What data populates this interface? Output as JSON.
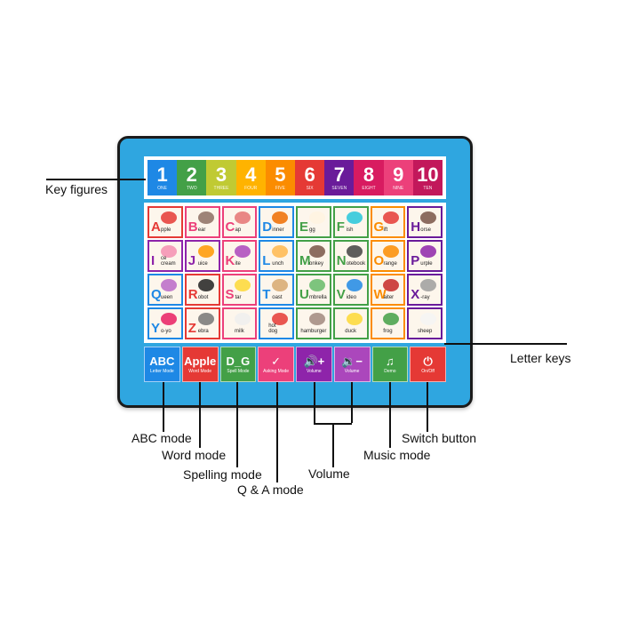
{
  "numbers": [
    {
      "n": "1",
      "w": "ONE",
      "c": "#1e88e5"
    },
    {
      "n": "2",
      "w": "TWO",
      "c": "#43a047"
    },
    {
      "n": "3",
      "w": "THREE",
      "c": "#c0ca33"
    },
    {
      "n": "4",
      "w": "FOUR",
      "c": "#ffb300"
    },
    {
      "n": "5",
      "w": "FIVE",
      "c": "#fb8c00"
    },
    {
      "n": "6",
      "w": "SIX",
      "c": "#e53935"
    },
    {
      "n": "7",
      "w": "SEVEN",
      "c": "#6a1b9a"
    },
    {
      "n": "8",
      "w": "EIGHT",
      "c": "#d81b60"
    },
    {
      "n": "9",
      "w": "NINE",
      "c": "#ec407a"
    },
    {
      "n": "10",
      "w": "TEN",
      "c": "#c2185b"
    }
  ],
  "letters": [
    {
      "l": "A",
      "w": "pple",
      "c": "#e53935",
      "p": "#e53935"
    },
    {
      "l": "B",
      "w": "ear",
      "c": "#ec407a",
      "p": "#8d6e63"
    },
    {
      "l": "C",
      "w": "ap",
      "c": "#ec407a",
      "p": "#e57373"
    },
    {
      "l": "D",
      "w": "inner",
      "c": "#1e88e5",
      "p": "#ef6c00"
    },
    {
      "l": "E",
      "w": "gg",
      "c": "#43a047",
      "p": "#fff3e0"
    },
    {
      "l": "F",
      "w": "ish",
      "c": "#43a047",
      "p": "#26c6da"
    },
    {
      "l": "G",
      "w": "ift",
      "c": "#fb8c00",
      "p": "#e53935"
    },
    {
      "l": "H",
      "w": "orse",
      "c": "#6a1b9a",
      "p": "#795548"
    },
    {
      "l": "I",
      "w": "ce cream",
      "c": "#8e24aa",
      "p": "#f48fb1"
    },
    {
      "l": "J",
      "w": "uice",
      "c": "#8e24aa",
      "p": "#ff9800"
    },
    {
      "l": "K",
      "w": "ite",
      "c": "#ec407a",
      "p": "#ab47bc"
    },
    {
      "l": "L",
      "w": "unch",
      "c": "#1e88e5",
      "p": "#ffb74d"
    },
    {
      "l": "M",
      "w": "onkey",
      "c": "#43a047",
      "p": "#795548"
    },
    {
      "l": "N",
      "w": "otebook",
      "c": "#43a047",
      "p": "#424242"
    },
    {
      "l": "O",
      "w": "range",
      "c": "#fb8c00",
      "p": "#fb8c00"
    },
    {
      "l": "P",
      "w": "urple",
      "c": "#6a1b9a",
      "p": "#8e24aa"
    },
    {
      "l": "Q",
      "w": "ueen",
      "c": "#1e88e5",
      "p": "#ba68c8"
    },
    {
      "l": "R",
      "w": "obot",
      "c": "#e53935",
      "p": "#212121"
    },
    {
      "l": "S",
      "w": "tar",
      "c": "#ec407a",
      "p": "#fdd835"
    },
    {
      "l": "T",
      "w": "oast",
      "c": "#1e88e5",
      "p": "#d7a86e"
    },
    {
      "l": "U",
      "w": "mbrella",
      "c": "#43a047",
      "p": "#66bb6a"
    },
    {
      "l": "V",
      "w": "ideo",
      "c": "#43a047",
      "p": "#1e88e5"
    },
    {
      "l": "W",
      "w": "aiter",
      "c": "#fb8c00",
      "p": "#c62828"
    },
    {
      "l": "X",
      "w": "-ray",
      "c": "#6a1b9a",
      "p": "#9e9e9e"
    },
    {
      "l": "Y",
      "w": "o-yo",
      "c": "#1e88e5",
      "p": "#e91e63"
    },
    {
      "l": "Z",
      "w": "ebra",
      "c": "#e53935",
      "p": "#757575"
    },
    {
      "l": "",
      "w": "milk",
      "c": "#ec407a",
      "p": "#eeeeee"
    },
    {
      "l": "",
      "w": "hot dog",
      "c": "#1e88e5",
      "p": "#e53935"
    },
    {
      "l": "",
      "w": "hamburger",
      "c": "#43a047",
      "p": "#a1887f"
    },
    {
      "l": "",
      "w": "duck",
      "c": "#43a047",
      "p": "#fdd835"
    },
    {
      "l": "",
      "w": "frog",
      "c": "#fb8c00",
      "p": "#43a047"
    },
    {
      "l": "",
      "w": "sheep",
      "c": "#6a1b9a",
      "p": "#f5f5f5"
    }
  ],
  "modes": [
    {
      "icon": "ABC",
      "label": "Letter Mode",
      "c": "#1e88e5"
    },
    {
      "icon": "Apple",
      "label": "Word Mode",
      "c": "#e53935"
    },
    {
      "icon": "D_G",
      "label": "Spell Mode",
      "c": "#43a047"
    },
    {
      "icon": "✓",
      "label": "Asking Mode",
      "c": "#ec407a"
    },
    {
      "icon": "🔊+",
      "label": "Volume",
      "c": "#8e24aa"
    },
    {
      "icon": "🔉−",
      "label": "Volume",
      "c": "#ab47bc"
    },
    {
      "icon": "♫",
      "label": "Demo",
      "c": "#43a047"
    },
    {
      "icon": "⏻",
      "label": "On/Off",
      "c": "#e53935"
    }
  ],
  "callouts": {
    "key_figures": "Key figures",
    "letter_keys": "Letter keys",
    "abc_mode": "ABC mode",
    "word_mode": "Word mode",
    "spelling_mode": "Spelling mode",
    "qa_mode": "Q & A mode",
    "volume": "Volume",
    "music_mode": "Music mode",
    "switch_button": "Switch button"
  }
}
